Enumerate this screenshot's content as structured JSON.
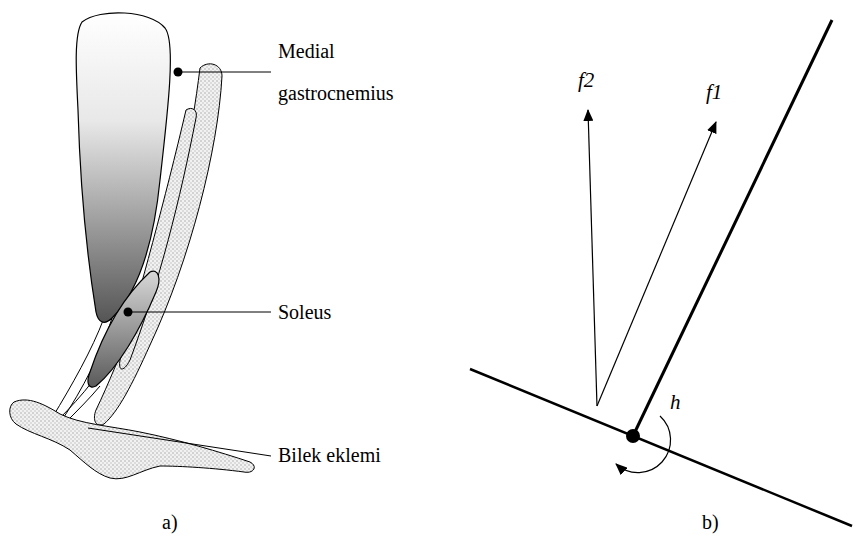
{
  "diagram": {
    "labels": [
      "Medial gastrocnemius",
      "Soleus",
      "Bilek eklemi",
      "a)",
      "f2",
      "f1",
      "h",
      "b)"
    ]
  }
}
